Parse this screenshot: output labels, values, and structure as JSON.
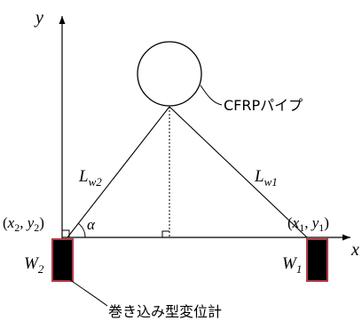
{
  "diagram": {
    "axes": {
      "x_label": "x",
      "y_label": "y"
    },
    "pipe_label": "CFRPパイプ",
    "gauge_label": "巻き込み型変位計",
    "points": {
      "left": {
        "open": "(",
        "x": "x",
        "x_sub": "2",
        "sep": ", ",
        "y": "y",
        "y_sub": "2",
        "close": ")"
      },
      "right": {
        "open": "(",
        "x": "x",
        "x_sub": "1",
        "sep": ", ",
        "y": "y",
        "y_sub": "1",
        "close": ")"
      }
    },
    "wire_left": {
      "main": "L",
      "sub": "w2"
    },
    "wire_right": {
      "main": "L",
      "sub": "w1"
    },
    "angle": "α",
    "weight_left": {
      "main": "W",
      "sub": "2"
    },
    "weight_right": {
      "main": "W",
      "sub": "1"
    },
    "colors": {
      "line": "#000000",
      "weight_fill": "#000000",
      "weight_stroke": "#b23a48",
      "background": "#ffffff"
    }
  }
}
